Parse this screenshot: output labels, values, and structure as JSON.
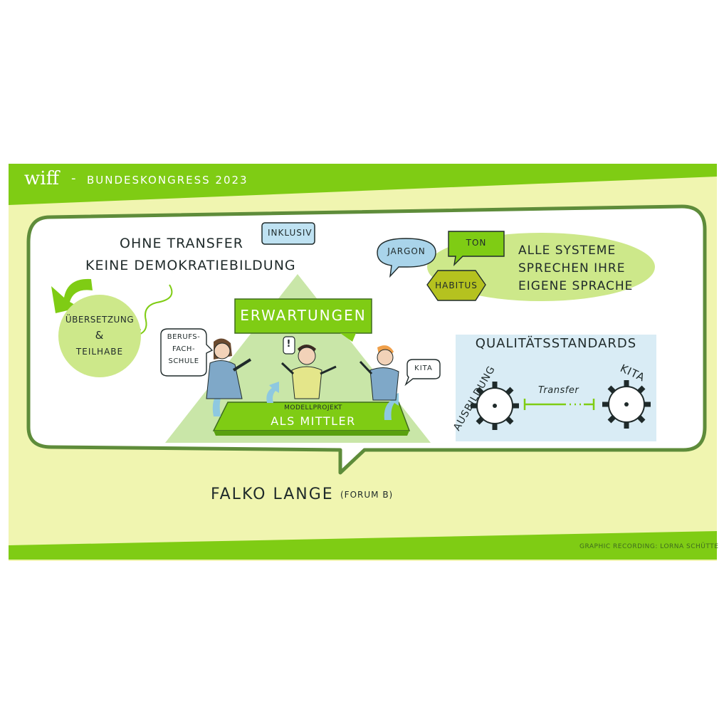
{
  "header": {
    "logo": "wiff",
    "dash": "-",
    "event": "BUNDESKONGRESS 2023"
  },
  "left": {
    "headline_line1": "OHNE TRANSFER",
    "headline_line2": "KEINE DEMOKRATIEBILDUNG",
    "tag_inklusiv": "INKLUSIV",
    "circle_line1": "ÜBERSETZUNG",
    "circle_amp": "&",
    "circle_line2": "TEILHABE"
  },
  "pyramid": {
    "banner": "ERWARTUNGEN",
    "exclaim": "!",
    "bubble_left_l1": "BERUFS-",
    "bubble_left_l2": "FACH-",
    "bubble_left_l3": "SCHULE",
    "bubble_right": "KITA",
    "base_small": "MODELLPROJEKT",
    "base_big": "ALS MITTLER"
  },
  "right": {
    "bubble_jargon": "JARGON",
    "bubble_ton": "TON",
    "bubble_habitus": "HABITUS",
    "statement_l1": "ALLE SYSTEME",
    "statement_l2": "SPRECHEN IHRE",
    "statement_l3": "EIGENE SPRACHE",
    "standards_title": "QUALITÄTSSTANDARDS",
    "gear_left_label": "AUSBILDUNG",
    "gear_right_label": "KITA",
    "transfer_label": "Transfer"
  },
  "footer": {
    "speaker": "FALKO LANGE",
    "forum": "(FORUM B)",
    "credit": "GRAPHIC RECORDING: LORNA SCHÜTTE"
  },
  "colors": {
    "lime": "#7fcc14",
    "pale_green": "#f0f5b0",
    "soft_green": "#cde88a",
    "light_blue": "#d9ecf5",
    "bubble_blue": "#a9d4ea",
    "olive": "#b5c21f",
    "ink": "#1f2a2a"
  }
}
